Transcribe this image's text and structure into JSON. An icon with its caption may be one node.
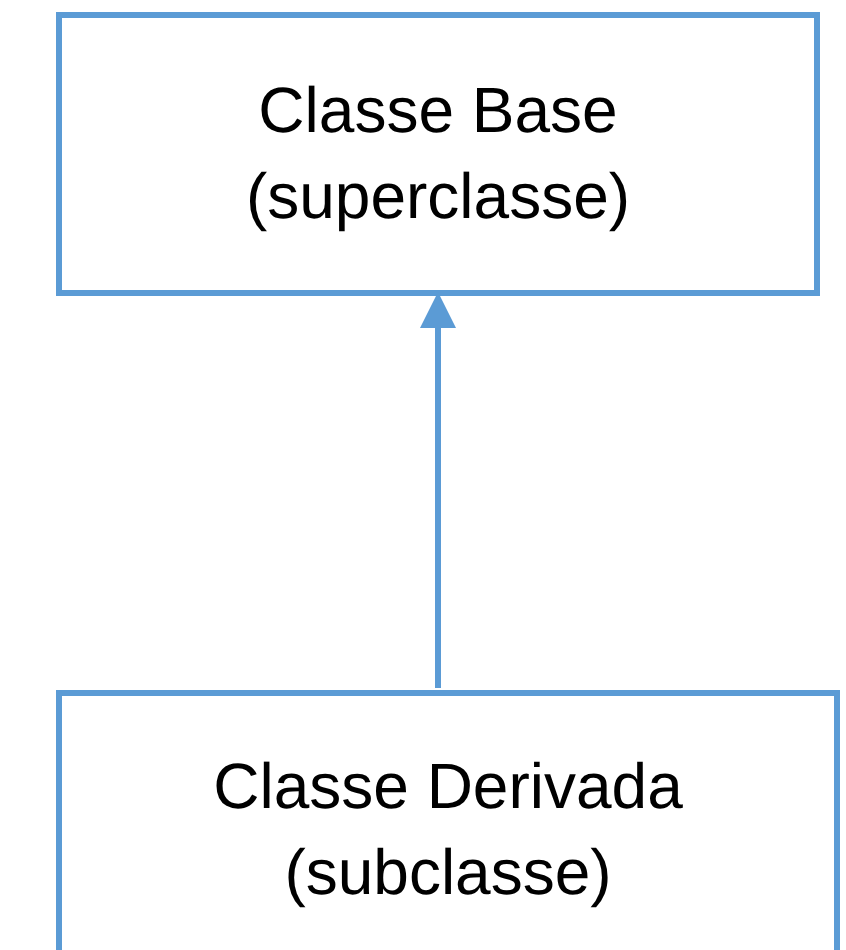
{
  "diagram": {
    "nodes": [
      {
        "text": [
          "Classe Base (superclasse)"
        ]
      },
      {
        "text": [
          "Classe Derivada (subclasse)"
        ]
      }
    ],
    "edges": [
      {
        "from": 1,
        "to": 0,
        "arrow": "to"
      }
    ]
  }
}
